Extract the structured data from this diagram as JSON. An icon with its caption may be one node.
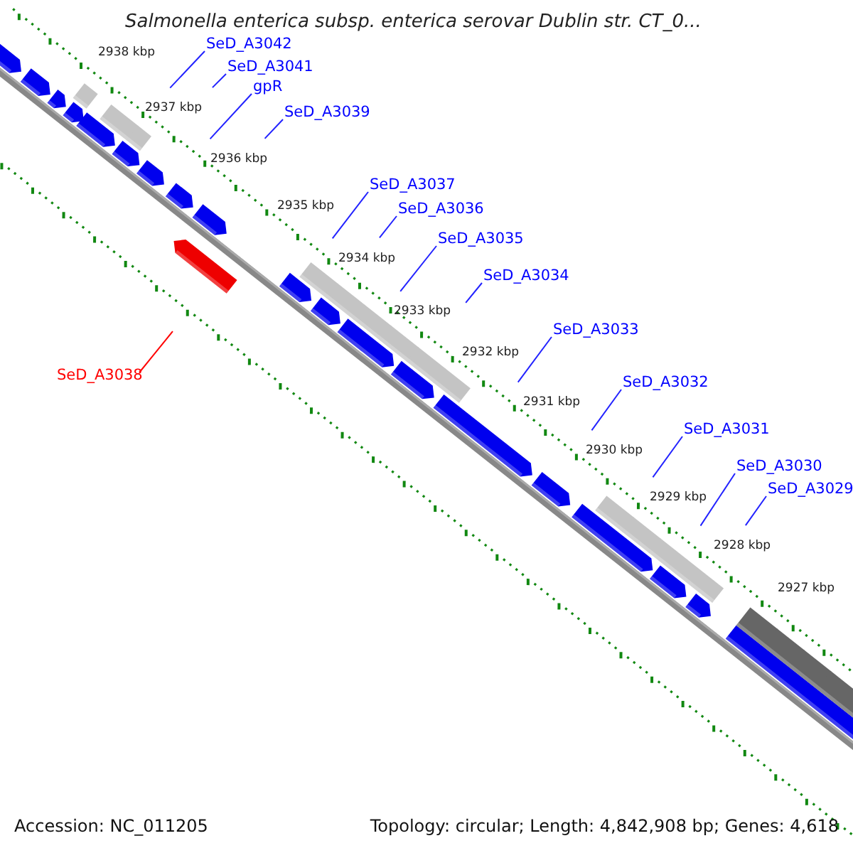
{
  "diagram": {
    "title": "Salmonella enterica subsp. enterica serovar Dublin str. CT_0...",
    "nodes": [
      {
        "text": [
          "SeD_A3042"
        ]
      },
      {
        "text": [
          "SeD_A3041"
        ]
      },
      {
        "text": [
          "gpR"
        ]
      },
      {
        "text": [
          "SeD_A3039"
        ]
      },
      {
        "text": [
          "SeD_A3037"
        ]
      },
      {
        "text": [
          "SeD_A3036"
        ]
      },
      {
        "text": [
          "SeD_A3035"
        ]
      },
      {
        "text": [
          "SeD_A3034"
        ]
      },
      {
        "text": [
          "SeD_A3033"
        ]
      },
      {
        "text": [
          "SeD_A3038"
        ]
      },
      {
        "text": [
          "SeD_A3032"
        ]
      },
      {
        "text": [
          "SeD_A3031"
        ]
      },
      {
        "text": [
          "SeD_A3030"
        ]
      },
      {
        "text": [
          "SeD_A3029"
        ]
      }
    ],
    "edges": [
      {
        "from": 0,
        "to": null,
        "arrow": "none"
      },
      {
        "from": 1,
        "to": null,
        "arrow": "none"
      },
      {
        "from": 2,
        "to": null,
        "arrow": "none"
      },
      {
        "from": 3,
        "to": null,
        "arrow": "none"
      },
      {
        "from": 4,
        "to": null,
        "arrow": "none"
      },
      {
        "from": 5,
        "to": null,
        "arrow": "none"
      },
      {
        "from": 6,
        "to": null,
        "arrow": "none"
      },
      {
        "from": 7,
        "to": null,
        "arrow": "none"
      },
      {
        "from": 8,
        "to": null,
        "arrow": "none"
      },
      {
        "from": 9,
        "to": null,
        "arrow": "none",
        "color": "#ff0000"
      },
      {
        "from": 10,
        "to": null,
        "arrow": "none"
      },
      {
        "from": 11,
        "to": null,
        "arrow": "none"
      },
      {
        "from": 12,
        "to": null,
        "arrow": "none"
      },
      {
        "from": 13,
        "to": null,
        "arrow": "none"
      }
    ],
    "labels": [
      "2938 kbp",
      "2937 kbp",
      "2936 kbp",
      "2935 kbp",
      "2934 kbp",
      "2933 kbp",
      "2932 kbp",
      "2931 kbp",
      "2930 kbp",
      "2929 kbp",
      "2928 kbp",
      "2927 kbp",
      "Accession: NC_011205",
      "Topology: circular; Length: 4,842,908 bp; Genes: 4,618"
    ]
  }
}
